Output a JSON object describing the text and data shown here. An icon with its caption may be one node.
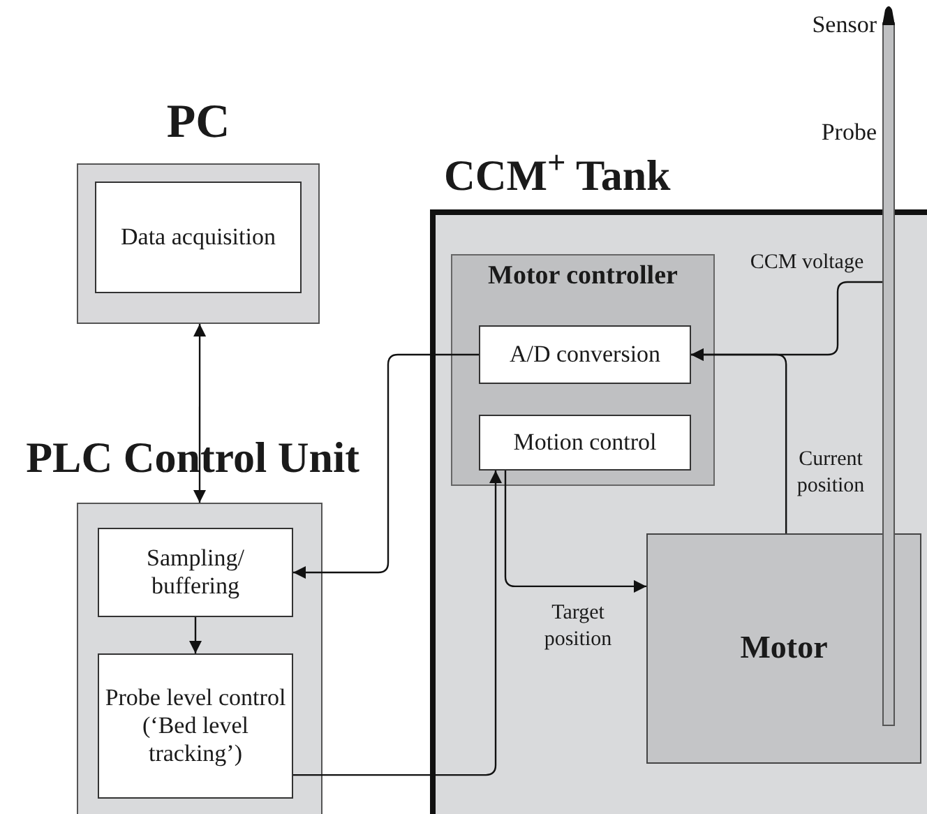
{
  "diagram": {
    "nodes": [
      {
        "text": [
          "PC"
        ]
      },
      {
        "text": [
          "Data acquisition"
        ],
        "in": 0
      },
      {
        "text": [
          "CCM$^{+}$ Tank"
        ]
      },
      {
        "text": [
          "Motor controller"
        ],
        "in": 2
      },
      {
        "text": [
          "A/D conversion"
        ],
        "in": 3
      },
      {
        "text": [
          "Motion control"
        ],
        "in": 3
      },
      {
        "text": [
          "Motor"
        ],
        "in": 2
      },
      {
        "text": [],
        "shape": "bar",
        "beside": [
          "Sensor",
          "Probe"
        ]
      },
      {
        "text": [
          "PLC Control Unit"
        ]
      },
      {
        "text": [
          "Sampling/ buffering"
        ],
        "in": 8
      },
      {
        "text": [
          "Probe level control (‘Bed level tracking’)"
        ],
        "in": 8
      }
    ],
    "edges": [
      {
        "from": 8,
        "to": 0,
        "arrow": "both"
      },
      {
        "from": 4,
        "to": 9,
        "arrow": "to"
      },
      {
        "from": 9,
        "to": 10,
        "arrow": "to"
      },
      {
        "from": 10,
        "to": 5,
        "arrow": "to"
      },
      {
        "from": 5,
        "to": 6,
        "arrow": "to",
        "label": "Target position"
      },
      {
        "from": 6,
        "to": 4,
        "arrow": "to",
        "label": "Current position"
      },
      {
        "from": 7,
        "to": 4,
        "arrow": "to",
        "label": "CCM voltage"
      }
    ]
  }
}
